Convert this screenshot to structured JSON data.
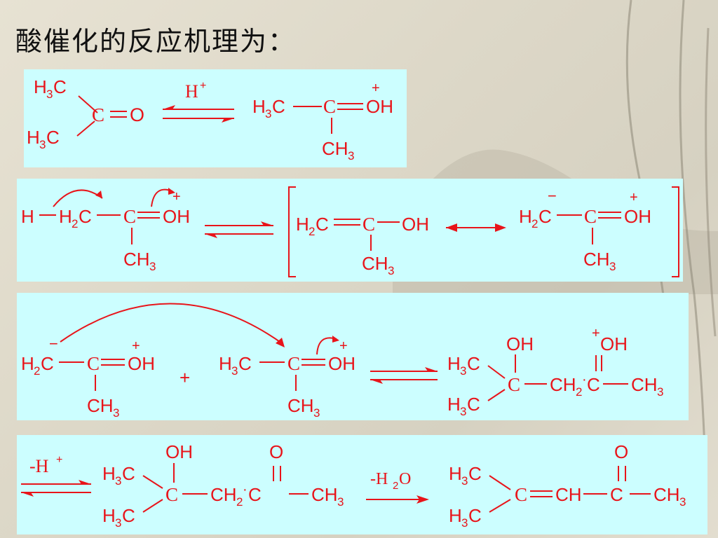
{
  "slide": {
    "title": "酸催化的反应机理为：",
    "colors": {
      "chemistry": "#e8141a",
      "panel": "#ccfeff",
      "title": "#111111"
    }
  },
  "labels": {
    "h3c": "H3C",
    "h2c": "H2C",
    "ch2": "CH2",
    "ch3": "CH3",
    "c": "C",
    "o": "O",
    "oh": "OH",
    "h": "H",
    "plus": "+",
    "minus": "−",
    "h_plus": "H+",
    "minus_h_plus": "-H+",
    "minus_h2o": "-H2O"
  }
}
